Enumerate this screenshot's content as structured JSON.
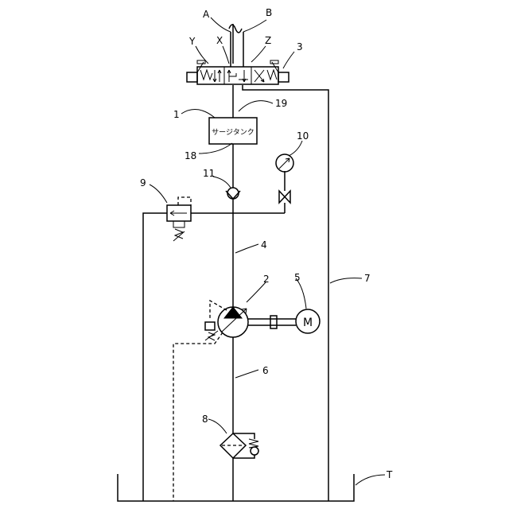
{
  "labels": {
    "A": "A",
    "B": "B",
    "X": "X",
    "Y": "Y",
    "Z": "Z",
    "n1": "1",
    "n2": "2",
    "n3": "3",
    "n4": "4",
    "n5": "5",
    "n6": "6",
    "n7": "7",
    "n8": "8",
    "n9": "9",
    "n10": "10",
    "n11": "11",
    "n18": "18",
    "n19": "19",
    "T": "T"
  },
  "surge_tank_text": "サージタンク",
  "motor_letter": "M"
}
